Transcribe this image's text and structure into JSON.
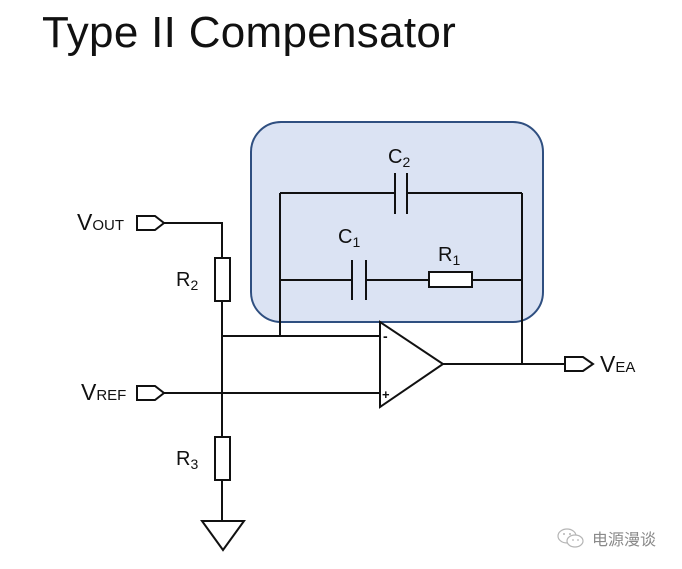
{
  "title": "Type II Compensator",
  "colors": {
    "highlight_fill": "#dbe3f3",
    "highlight_stroke": "#2f4f80",
    "wire": "#111111"
  },
  "labels": {
    "vout": {
      "main": "V",
      "sub": "OUT"
    },
    "vref": {
      "main": "V",
      "sub": "REF"
    },
    "vea": {
      "main": "V",
      "sub": "EA"
    },
    "r1": {
      "main": "R",
      "sub": "1"
    },
    "r2": {
      "main": "R",
      "sub": "2"
    },
    "r3": {
      "main": "R",
      "sub": "3"
    },
    "c1": {
      "main": "C",
      "sub": "1"
    },
    "c2": {
      "main": "C",
      "sub": "2"
    },
    "opamp_minus": "-",
    "opamp_plus": "+"
  },
  "watermark": {
    "icon": "wechat-icon",
    "text": "电源漫谈"
  }
}
